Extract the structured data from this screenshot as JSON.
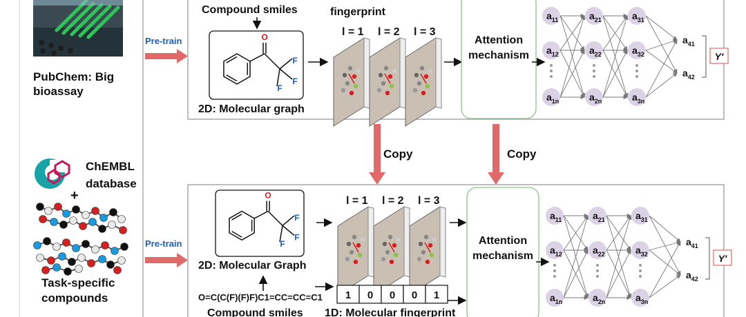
{
  "left": {
    "pubchem_label": "PubChem: Big",
    "pubchem_label2": "bioassay",
    "chembl_label": "ChEMBL",
    "chembl_label2": "database",
    "plus": "+",
    "task_label": "Task-specific",
    "task_label2": "compounds"
  },
  "arrows": {
    "pretrain_top": "Pre-train",
    "pretrain_bottom": "Pre-train",
    "copy_left": "Copy",
    "copy_right": "Copy"
  },
  "top_panel": {
    "compound_smiles": "Compound smiles",
    "fingerprint": "fingerprint",
    "graph_label": "2D: Molecular graph",
    "layers": [
      "l = 1",
      "l = 2",
      "l = 3"
    ],
    "attention1": "Attention",
    "attention2": "mechanism"
  },
  "bottom_panel": {
    "graph_label": "2D: Molecular Graph",
    "layers": [
      "l = 1",
      "l = 2",
      "l = 3"
    ],
    "attention1": "Attention",
    "attention2": "mechanism",
    "smiles_string": "O=C(C(F)(F)F)C1=CC=CC=C1",
    "fp_bits": [
      "1",
      "0",
      "0",
      "0",
      "1"
    ],
    "compound_smiles": "Compound smiles",
    "fingerprint_1d": "1D: Molecular fingerprint"
  },
  "molecule": {
    "oxygen": "O",
    "fluorine": "F"
  },
  "network": {
    "col1": [
      "a",
      "11",
      "12",
      "1n"
    ],
    "col2": [
      "21",
      "22",
      "2n"
    ],
    "col3": [
      "31",
      "32",
      "3n"
    ],
    "col4": [
      "41",
      "42"
    ],
    "output": "Y'"
  },
  "colors": {
    "arrow": "#e06a6a",
    "blue_text": "#1f5fb5",
    "red_atom": "#d62020",
    "node": "#dcd2e6"
  }
}
